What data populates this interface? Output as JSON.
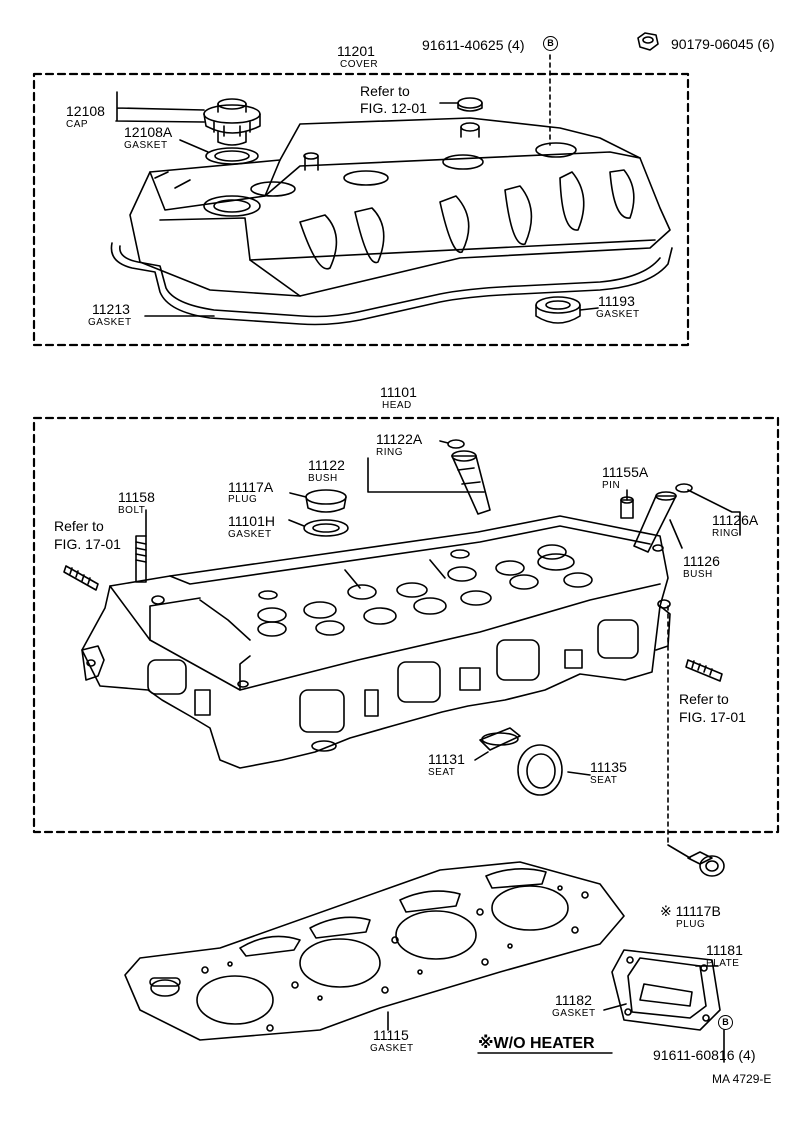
{
  "cover_section": {
    "cover_pn": "11201",
    "cover_name": "COVER",
    "bolt_pn": "91611-40625 (4)",
    "bolt_callout": "B",
    "nut_pn": "90179-06045 (6)",
    "cap_pn": "12108",
    "cap_name": "CAP",
    "cap_gasket_pn": "12108A",
    "cap_gasket_name": "GASKET",
    "refer_line1": "Refer to",
    "refer_line2": "FIG. 12-01",
    "gasket_pn": "11213",
    "gasket_name": "GASKET",
    "grommet_pn": "11193",
    "grommet_name": "GASKET"
  },
  "head_section": {
    "head_pn": "11101",
    "head_name": "HEAD",
    "ring_pn": "11122A",
    "ring_name": "RING",
    "bush_pn": "11122",
    "bush_name": "BUSH",
    "plug_pn": "11117A",
    "plug_name": "PLUG",
    "gasket_pn": "11101H",
    "gasket_name": "GASKET",
    "bolt_pn": "11158",
    "bolt_name": "BOLT",
    "pin_pn": "11155A",
    "pin_name": "PIN",
    "ring2_pn": "11126A",
    "ring2_name": "RING",
    "bush2_pn": "11126",
    "bush2_name": "BUSH",
    "refer_left_line1": "Refer to",
    "refer_left_line2": "FIG. 17-01",
    "refer_right_line1": "Refer to",
    "refer_right_line2": "FIG. 17-01",
    "seat1_pn": "11131",
    "seat1_name": "SEAT",
    "seat2_pn": "11135",
    "seat2_name": "SEAT"
  },
  "lower_section": {
    "plug_pn": "11117B",
    "plug_name": "PLUG",
    "plug_mark": "※",
    "plate_pn": "11181",
    "plate_name": "PLATE",
    "plate_gasket_pn": "11182",
    "plate_gasket_name": "GASKET",
    "head_gasket_pn": "11115",
    "head_gasket_name": "GASKET",
    "wo_heater": "※W/O HEATER",
    "plate_bolt_pn": "91611-60816 (4)",
    "plate_bolt_callout": "B",
    "drawing_id": "MA 4729-E"
  }
}
